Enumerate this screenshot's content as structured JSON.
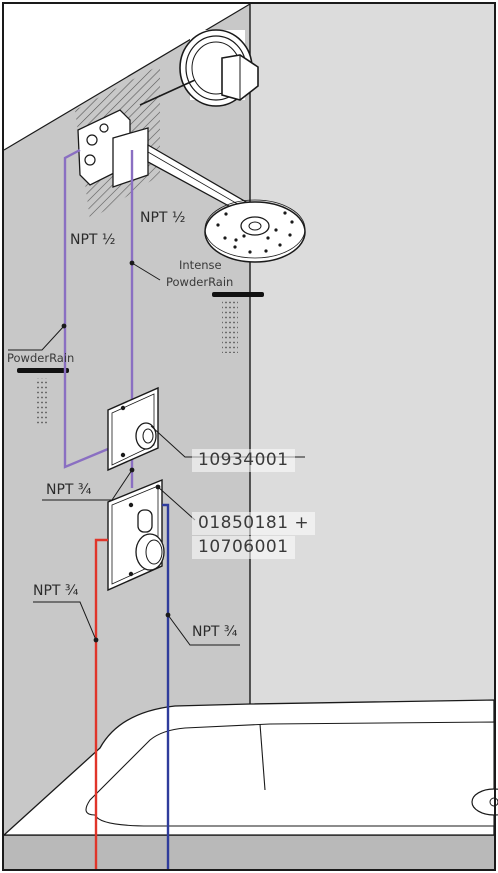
{
  "labels": {
    "npt_half_left": "NPT ½",
    "npt_half_center": "NPT ½",
    "intense_line1": "Intense",
    "intense_line2": "PowderRain",
    "powderrain": "PowderRain",
    "npt_three_quarter_mid": "NPT ¾",
    "npt_three_quarter_left": "NPT ¾",
    "npt_three_quarter_right": "NPT ¾",
    "part_valve": "10934001",
    "part_thermostat_line1": "01850181 +",
    "part_thermostat_line2": "10706001"
  },
  "colors": {
    "wall_left": "#c8c8c8",
    "wall_back": "#dcdcdc",
    "floor": "#b9b9b9",
    "pipe_purple": "#8a6fc2",
    "pipe_hot": "#e0352a",
    "pipe_cold": "#2f3c9c",
    "outline": "#1a1a1a"
  }
}
